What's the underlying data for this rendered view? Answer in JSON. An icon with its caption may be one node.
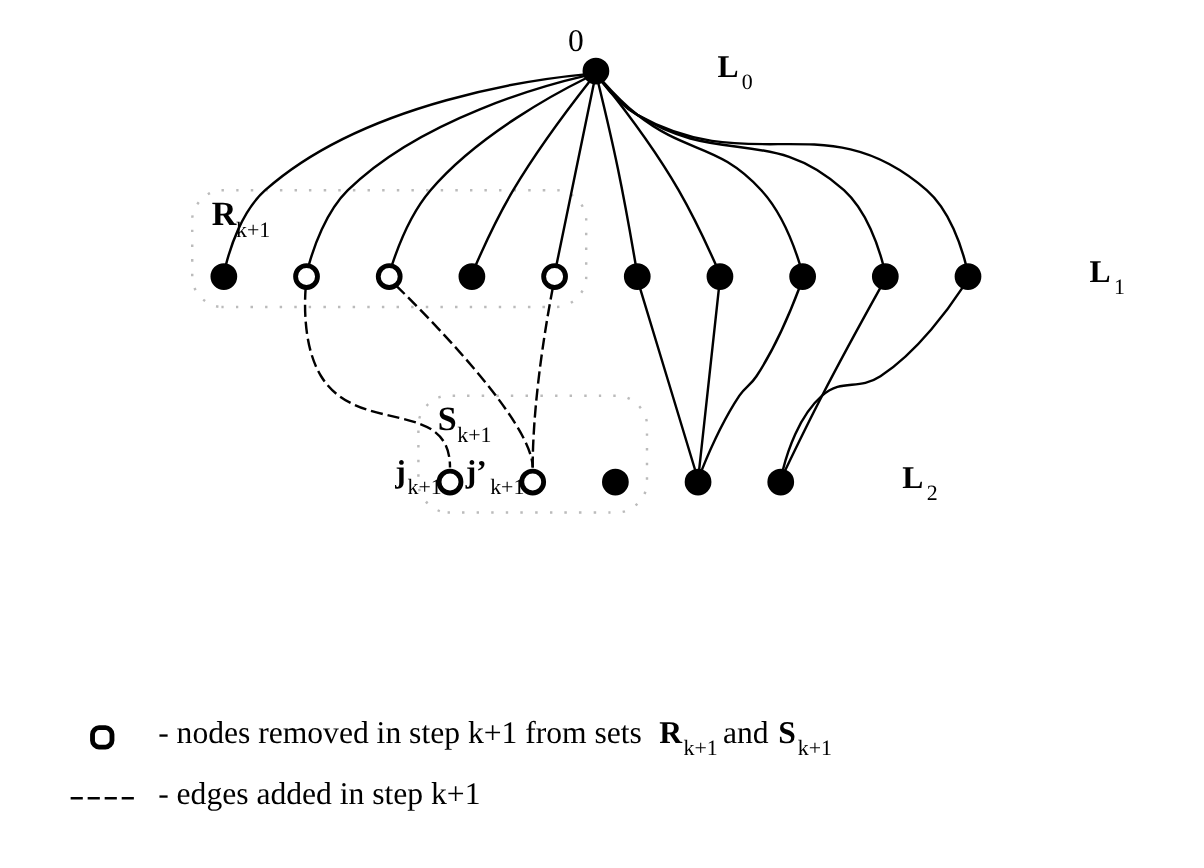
{
  "diagram": {
    "nodes": [
      {
        "text": [],
        "shape": "dot",
        "beside": [
          "0"
        ]
      },
      {
        "text": [
          "**R**$_{k+1}$"
        ]
      },
      {
        "text": [],
        "shape": "dot",
        "in": 1
      },
      {
        "text": [],
        "shape": "circle",
        "in": 1
      },
      {
        "text": [],
        "shape": "circle",
        "in": 1
      },
      {
        "text": [],
        "shape": "dot",
        "in": 1
      },
      {
        "text": [],
        "shape": "circle",
        "in": 1
      },
      {
        "text": [],
        "shape": "dot"
      },
      {
        "text": [],
        "shape": "dot"
      },
      {
        "text": [],
        "shape": "dot"
      },
      {
        "text": [],
        "shape": "dot"
      },
      {
        "text": [],
        "shape": "dot"
      },
      {
        "text": [
          "**S**$_{k+1}$"
        ]
      },
      {
        "text": [],
        "shape": "circle",
        "in": 12,
        "beside": [
          "**j**$_{k+1}$"
        ]
      },
      {
        "text": [],
        "shape": "circle",
        "in": 12,
        "beside": [
          "**j’**$_{k+1}$"
        ]
      },
      {
        "text": [],
        "shape": "dot",
        "in": 12
      },
      {
        "text": [],
        "shape": "dot"
      },
      {
        "text": [],
        "shape": "dot"
      }
    ],
    "edges": [
      {
        "from": 0,
        "to": 2,
        "arrow": "none"
      },
      {
        "from": 0,
        "to": 3,
        "arrow": "none"
      },
      {
        "from": 0,
        "to": 4,
        "arrow": "none"
      },
      {
        "from": 0,
        "to": 5,
        "arrow": "none"
      },
      {
        "from": 0,
        "to": 6,
        "arrow": "none"
      },
      {
        "from": 0,
        "to": 7,
        "arrow": "none"
      },
      {
        "from": 0,
        "to": 8,
        "arrow": "none"
      },
      {
        "from": 0,
        "to": 9,
        "arrow": "none"
      },
      {
        "from": 0,
        "to": 10,
        "arrow": "none"
      },
      {
        "from": 0,
        "to": 11,
        "arrow": "none"
      },
      {
        "from": 3,
        "to": 13,
        "arrow": "none",
        "style": "dashed"
      },
      {
        "from": 4,
        "to": 14,
        "arrow": "none",
        "style": "dashed"
      },
      {
        "from": 6,
        "to": 14,
        "arrow": "none",
        "style": "dashed"
      },
      {
        "from": 7,
        "to": 16,
        "arrow": "none"
      },
      {
        "from": 8,
        "to": 16,
        "arrow": "none"
      },
      {
        "from": 9,
        "to": 16,
        "arrow": "none"
      },
      {
        "from": 10,
        "to": 17,
        "arrow": "none"
      },
      {
        "from": 11,
        "to": 17,
        "arrow": "none"
      }
    ],
    "labels": [
      "**L**$_{0}$",
      "**L**$_{1}$",
      "**L**$_{2}$"
    ],
    "legend": [
      {
        "text": "- nodes removed in step k+1 from sets **R**$_{k+1}$ and **S**$_{k+1}$"
      },
      {
        "text": "- edges added in step k+1"
      }
    ]
  }
}
